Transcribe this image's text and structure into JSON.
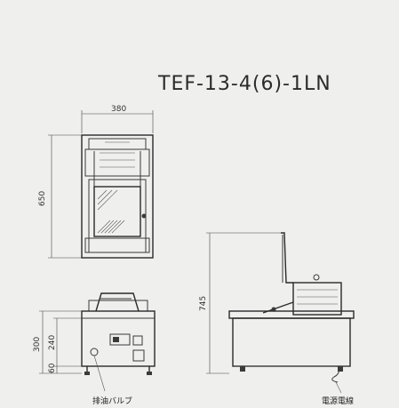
{
  "title": "TEF-13-4(6)-1LN",
  "dimensions": {
    "top_width": "380",
    "top_depth": "650",
    "side_height": "745",
    "front_height_total": "300",
    "front_height_upper": "240",
    "front_height_lower": "60"
  },
  "callouts": {
    "drain_valve": "排油バルブ",
    "power_cord": "電源電線"
  },
  "colors": {
    "background": "#efefed",
    "line": "#333333"
  }
}
